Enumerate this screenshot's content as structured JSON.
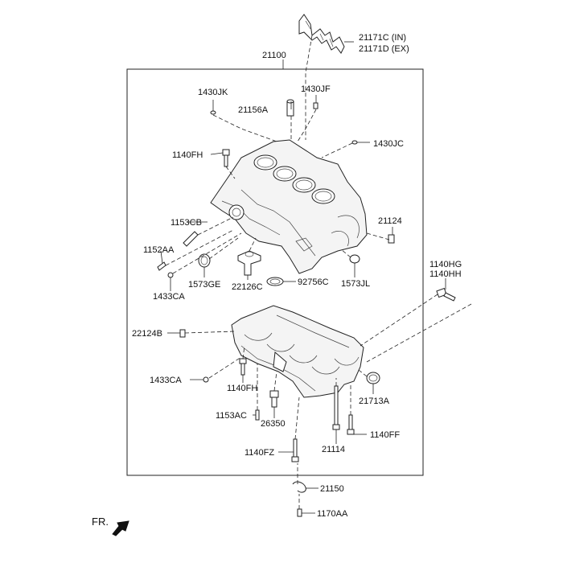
{
  "diagram": {
    "labels": {
      "p21171C": "21171C (IN)",
      "p21171D": "21171D (EX)",
      "p21100": "21100",
      "p1430JK": "1430JK",
      "p1430JF": "1430JF",
      "p21156A": "21156A",
      "p1430JC": "1430JC",
      "p1140FH_top": "1140FH",
      "p1153CB": "1153CB",
      "p21124": "21124",
      "p1152AA": "1152AA",
      "p1573GE": "1573GE",
      "p22126C": "22126C",
      "p92756C": "92756C",
      "p1573JL": "1573JL",
      "p1433CA_top": "1433CA",
      "p1140HG": "1140HG",
      "p1140HH": "1140HH",
      "p22124B": "22124B",
      "p1433CA_bot": "1433CA",
      "p1140FH_bot": "1140FH",
      "p21713A": "21713A",
      "p1153AC": "1153AC",
      "p26350": "26350",
      "p1140FF": "1140FF",
      "p21114": "21114",
      "p1140FZ": "1140FZ",
      "p21150": "21150",
      "p1170AA": "1170AA"
    },
    "front_indicator": "FR."
  }
}
